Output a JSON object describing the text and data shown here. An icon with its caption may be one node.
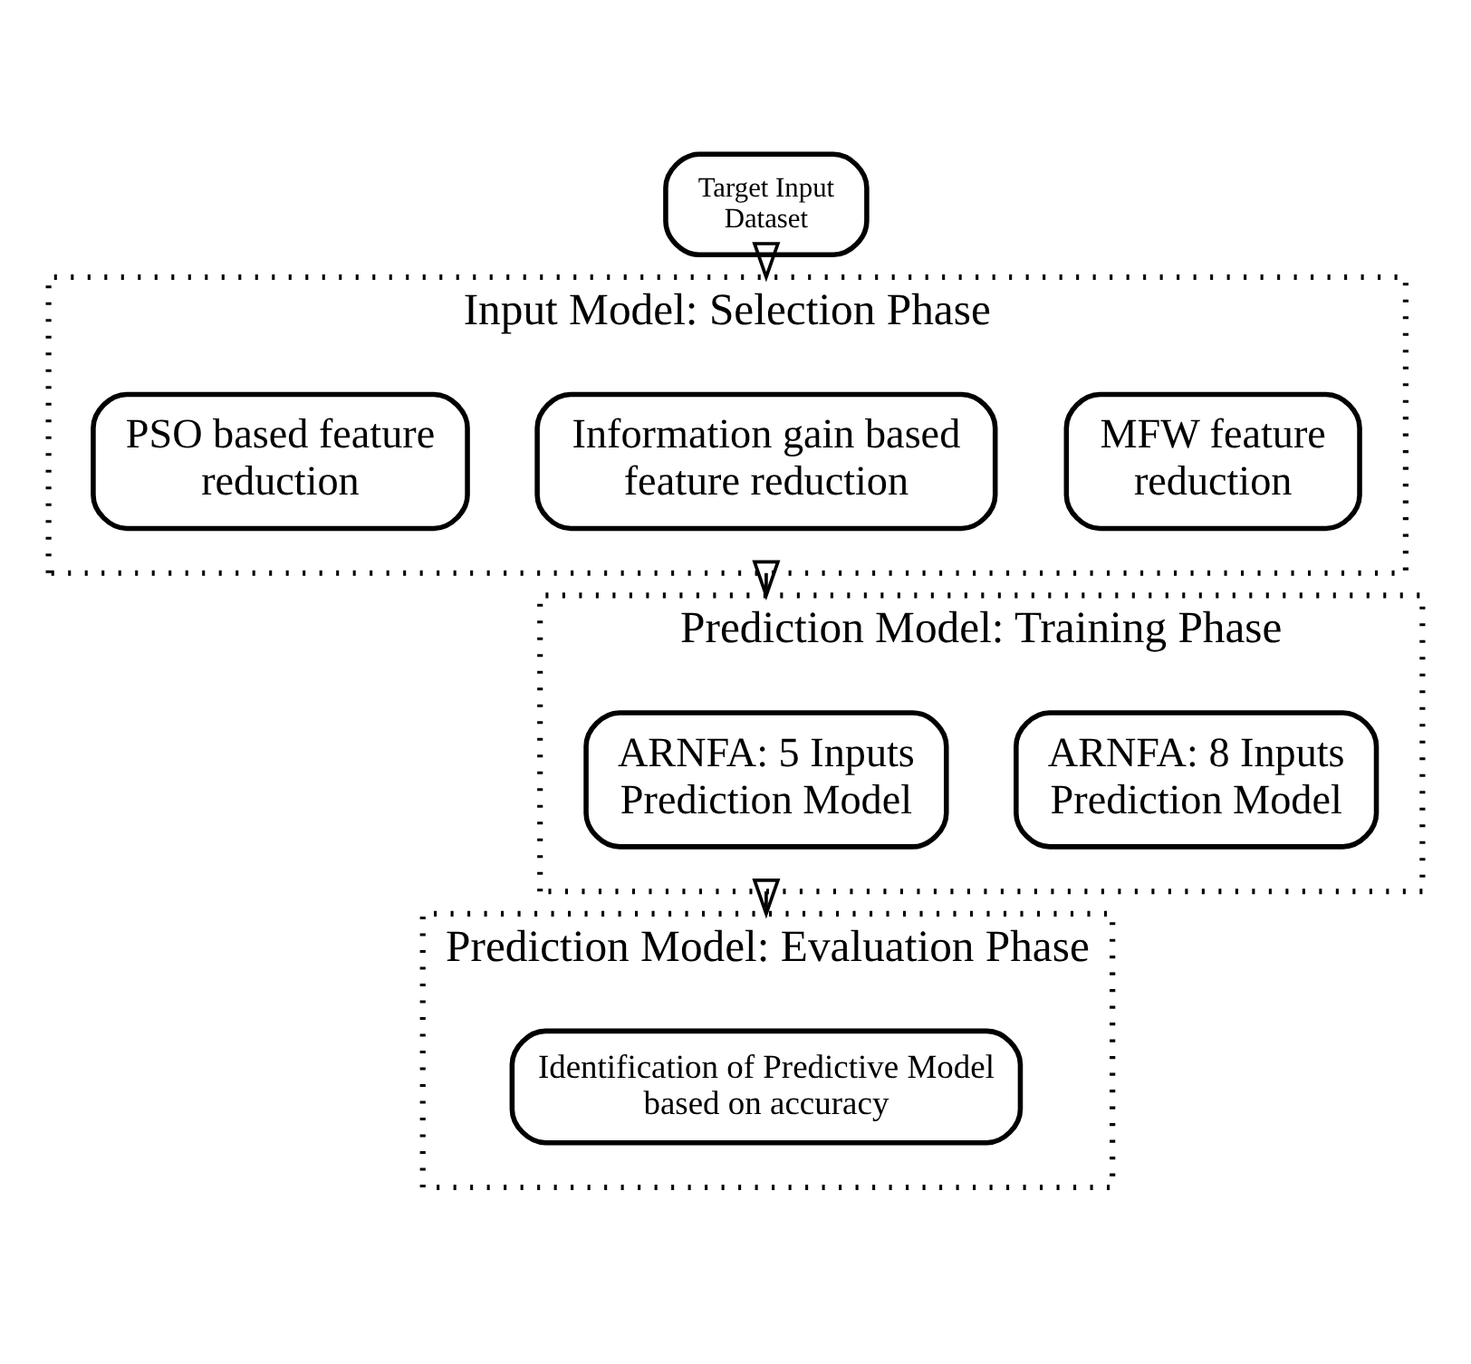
{
  "diagram": {
    "nodes": [
      {
        "text": [
          "Target Input Dataset"
        ]
      },
      {
        "text": [
          "Input Model: Selection Phase"
        ]
      },
      {
        "text": [
          "MFW feature reduction"
        ],
        "in": 1
      },
      {
        "text": [
          "Information gain based feature reduction"
        ],
        "in": 1
      },
      {
        "text": [
          "PSO based feature reduction"
        ],
        "in": 1
      },
      {
        "text": [
          "Prediction Model: Training Phase"
        ]
      },
      {
        "text": [
          "ARNFA: 8 Inputs Prediction Model"
        ],
        "in": 5
      },
      {
        "text": [
          "ARNFA: 5 Inputs Prediction Model"
        ],
        "in": 5
      },
      {
        "text": [
          "Prediction Model: Evaluation Phase"
        ]
      },
      {
        "text": [
          "Identification of Predictive Model based on accuracy"
        ],
        "in": 8
      }
    ],
    "edges": [
      {
        "from": 0,
        "to": 1,
        "arrow": "to"
      },
      {
        "from": 1,
        "to": 5,
        "arrow": "to"
      },
      {
        "from": 5,
        "to": 8,
        "arrow": "to"
      }
    ]
  }
}
